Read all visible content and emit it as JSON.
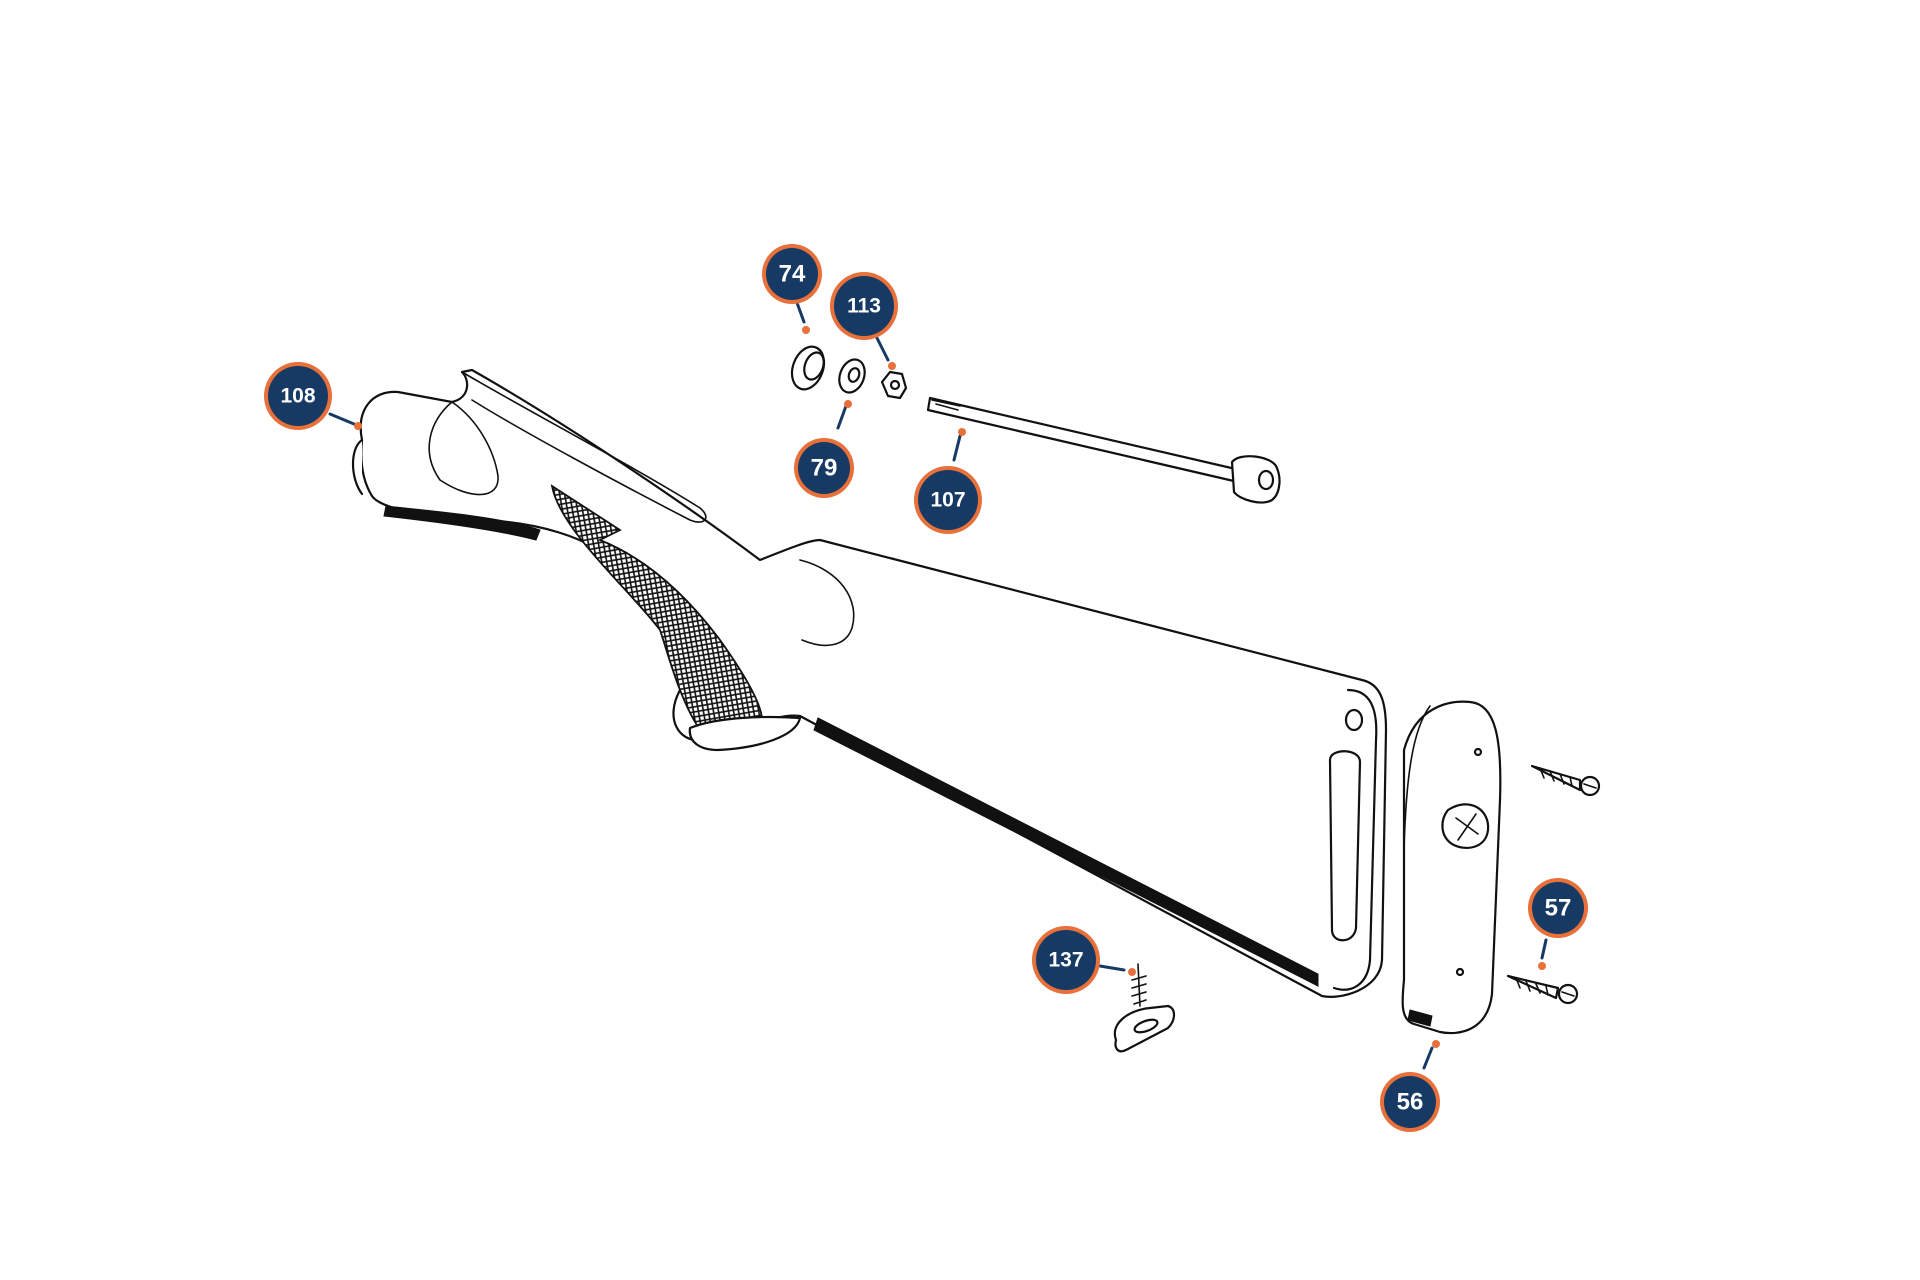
{
  "colors": {
    "callout_fill": "#163a63",
    "callout_ring": "#e8703a",
    "line_art": "#111111",
    "background": "#ffffff"
  },
  "callouts": [
    {
      "id": "108",
      "label": "108"
    },
    {
      "id": "74",
      "label": "74"
    },
    {
      "id": "113",
      "label": "113"
    },
    {
      "id": "79",
      "label": "79"
    },
    {
      "id": "107",
      "label": "107"
    },
    {
      "id": "137",
      "label": "137"
    },
    {
      "id": "57",
      "label": "57"
    },
    {
      "id": "56",
      "label": "56"
    }
  ]
}
